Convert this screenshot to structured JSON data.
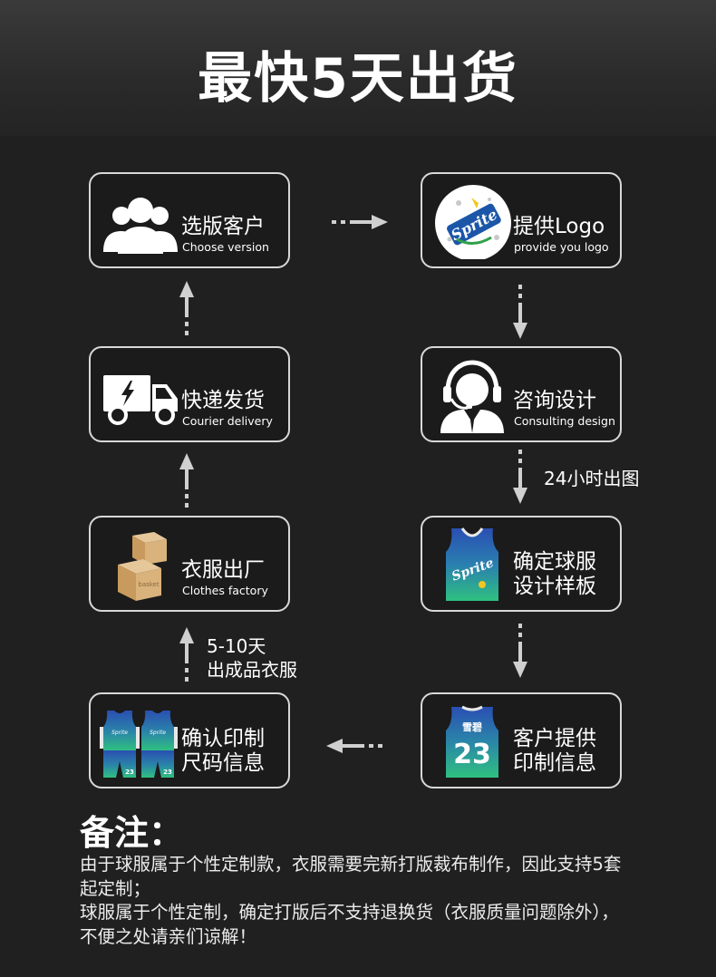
{
  "title": "最快5天出货",
  "steps": {
    "choose": {
      "cn": "选版客户",
      "en": "Choose version",
      "icon": "group-users-icon"
    },
    "logo": {
      "cn": "提供Logo",
      "en": "provide you logo",
      "icon": "sprite-logo-icon"
    },
    "consult": {
      "cn": "咨询设计",
      "en": "Consulting design",
      "icon": "headset-agent-icon"
    },
    "confirm_sample": {
      "line1": "确定球服",
      "line2": "设计样板",
      "icon": "jersey-icon"
    },
    "print_info": {
      "line1": "客户提供",
      "line2": "印制信息",
      "icon": "jersey-number-icon"
    },
    "size_info": {
      "line1": "确认印制",
      "line2": "尺码信息",
      "icon": "uniform-set-icon"
    },
    "factory": {
      "cn": "衣服出厂",
      "en": "Clothes factory",
      "icon": "boxes-icon"
    },
    "courier": {
      "cn": "快递发货",
      "en": "Courier delivery",
      "icon": "delivery-truck-icon"
    }
  },
  "labels": {
    "hours": "24小时出图",
    "days_line1": "5-10天",
    "days_line2": "出成品衣服",
    "box_text": "basket",
    "jersey_brand": "雪碧",
    "jersey_number": "23",
    "logo_text": "Sprite"
  },
  "note": {
    "title": "备注：",
    "p1": "由于球服属于个性定制款，衣服需要完新打版裁布制作，因此支持5套起定制；",
    "p2": "球服属于个性定制，确定打版后不支持退换货（衣服质量问题除外），不便之处请亲们谅解！"
  },
  "colors": {
    "background": "#202020",
    "border": "#d8d8d8",
    "text": "#ffffff",
    "arrow": "#d0d0d0"
  }
}
